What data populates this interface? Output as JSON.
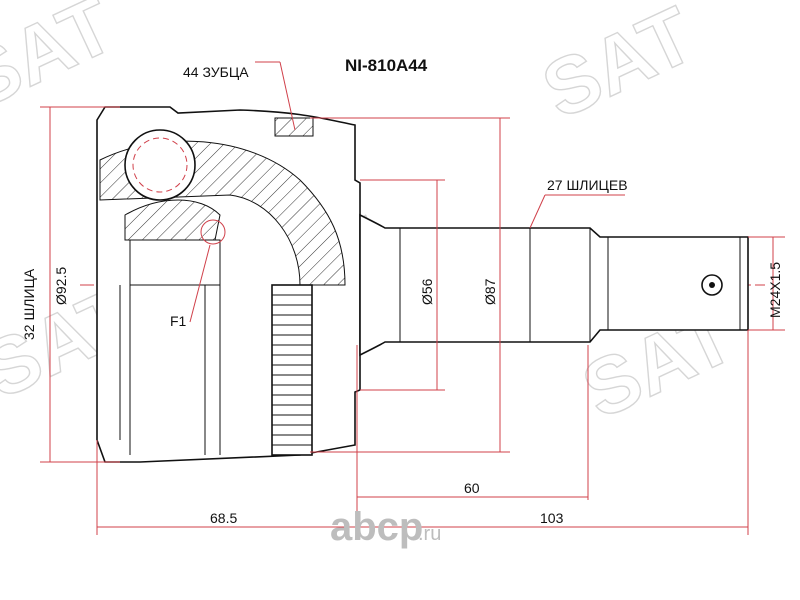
{
  "title": "NI-810A44",
  "watermark": "SAT",
  "logo": {
    "main": "abcp",
    "suffix": ".ru"
  },
  "callouts": {
    "teeth": "44 ЗУБЦА",
    "outer_splines": "27 ШЛИЦЕВ",
    "feature": "F1"
  },
  "dimensions": {
    "inner_splines": "32 ШЛИЦА",
    "outer_diameter": "Ø92.5",
    "shaft_diameter": "Ø56",
    "abs_diameter": "Ø87",
    "thread": "M24X1.5",
    "housing_length": "68.5",
    "shaft_length": "103",
    "spline_length": "60"
  },
  "colors": {
    "dimension": "#d0404a",
    "outline": "#111111"
  }
}
